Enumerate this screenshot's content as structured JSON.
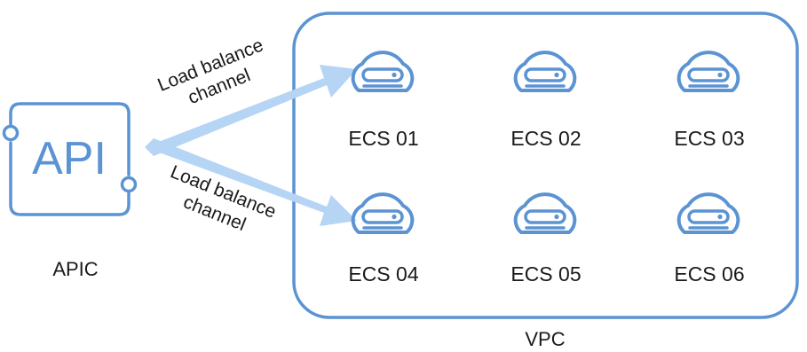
{
  "apic": {
    "icon_text": "API",
    "label": "APIC"
  },
  "channels": [
    {
      "line1": "Load balance",
      "line2": "channel"
    },
    {
      "line1": "Load balance",
      "line2": "channel"
    }
  ],
  "vpc": {
    "label": "VPC",
    "servers": [
      {
        "label": "ECS 01",
        "icon": "cloud-server-icon"
      },
      {
        "label": "ECS 02",
        "icon": "cloud-server-icon"
      },
      {
        "label": "ECS 03",
        "icon": "cloud-server-icon"
      },
      {
        "label": "ECS 04",
        "icon": "cloud-server-icon"
      },
      {
        "label": "ECS 05",
        "icon": "cloud-server-icon"
      },
      {
        "label": "ECS 06",
        "icon": "cloud-server-icon"
      }
    ]
  },
  "colors": {
    "stroke": "#5b93d3",
    "arrow": "#b6d4f4",
    "text": "#1a1a1a"
  }
}
